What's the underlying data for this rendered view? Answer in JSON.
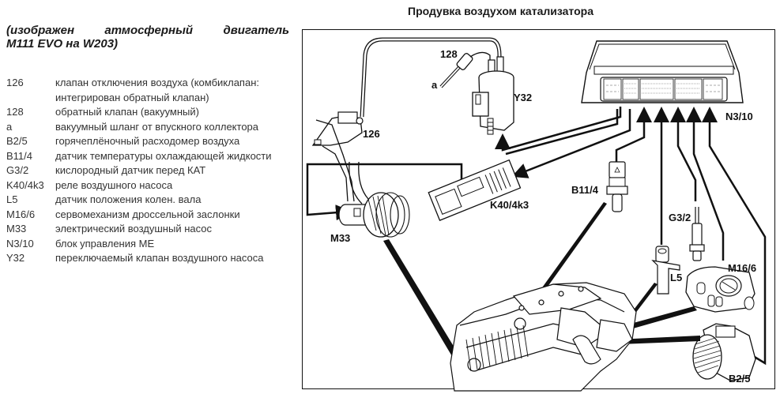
{
  "title": "Продувка воздухом катализатора",
  "subtitle": {
    "line1": "(изображен атмосферный двигатель",
    "line2": "M111 EVO на W203)"
  },
  "legend": [
    {
      "code": "126",
      "desc": "клапан отключения воздуха (комбиклапан: интегрирован обратный клапан)"
    },
    {
      "code": "128",
      "desc": "обратный клапан (вакуумный)"
    },
    {
      "code": "a",
      "desc": "вакуумный шланг от впускного коллектора"
    },
    {
      "code": "B2/5",
      "desc": "горячеплёночный расходомер воздуха"
    },
    {
      "code": "B11/4",
      "desc": "датчик температуры охлаждающей жидкости"
    },
    {
      "code": "G3/2",
      "desc": "кислородный датчик перед КАТ"
    },
    {
      "code": "K40/4k3",
      "desc": "реле воздушного насоса"
    },
    {
      "code": "L5",
      "desc": "датчик положения колен. вала"
    },
    {
      "code": "M16/6",
      "desc": "сервомеханизм дроссельной заслонки"
    },
    {
      "code": "M33",
      "desc": "электрический воздушный насос"
    },
    {
      "code": "N3/10",
      "desc": "блок управления ME"
    },
    {
      "code": "Y32",
      "desc": "переключаемый клапан воздушного насоса"
    }
  ],
  "diagram_labels": {
    "n128": "128",
    "a": "a",
    "y32": "Y32",
    "n126": "126",
    "n3_10": "N3/10",
    "b11_4": "B11/4",
    "k40": "K40/4k3",
    "m33": "M33",
    "g3_2": "G3/2",
    "l5": "L5",
    "m16_6": "M16/6",
    "b2_5": "B2/5"
  }
}
